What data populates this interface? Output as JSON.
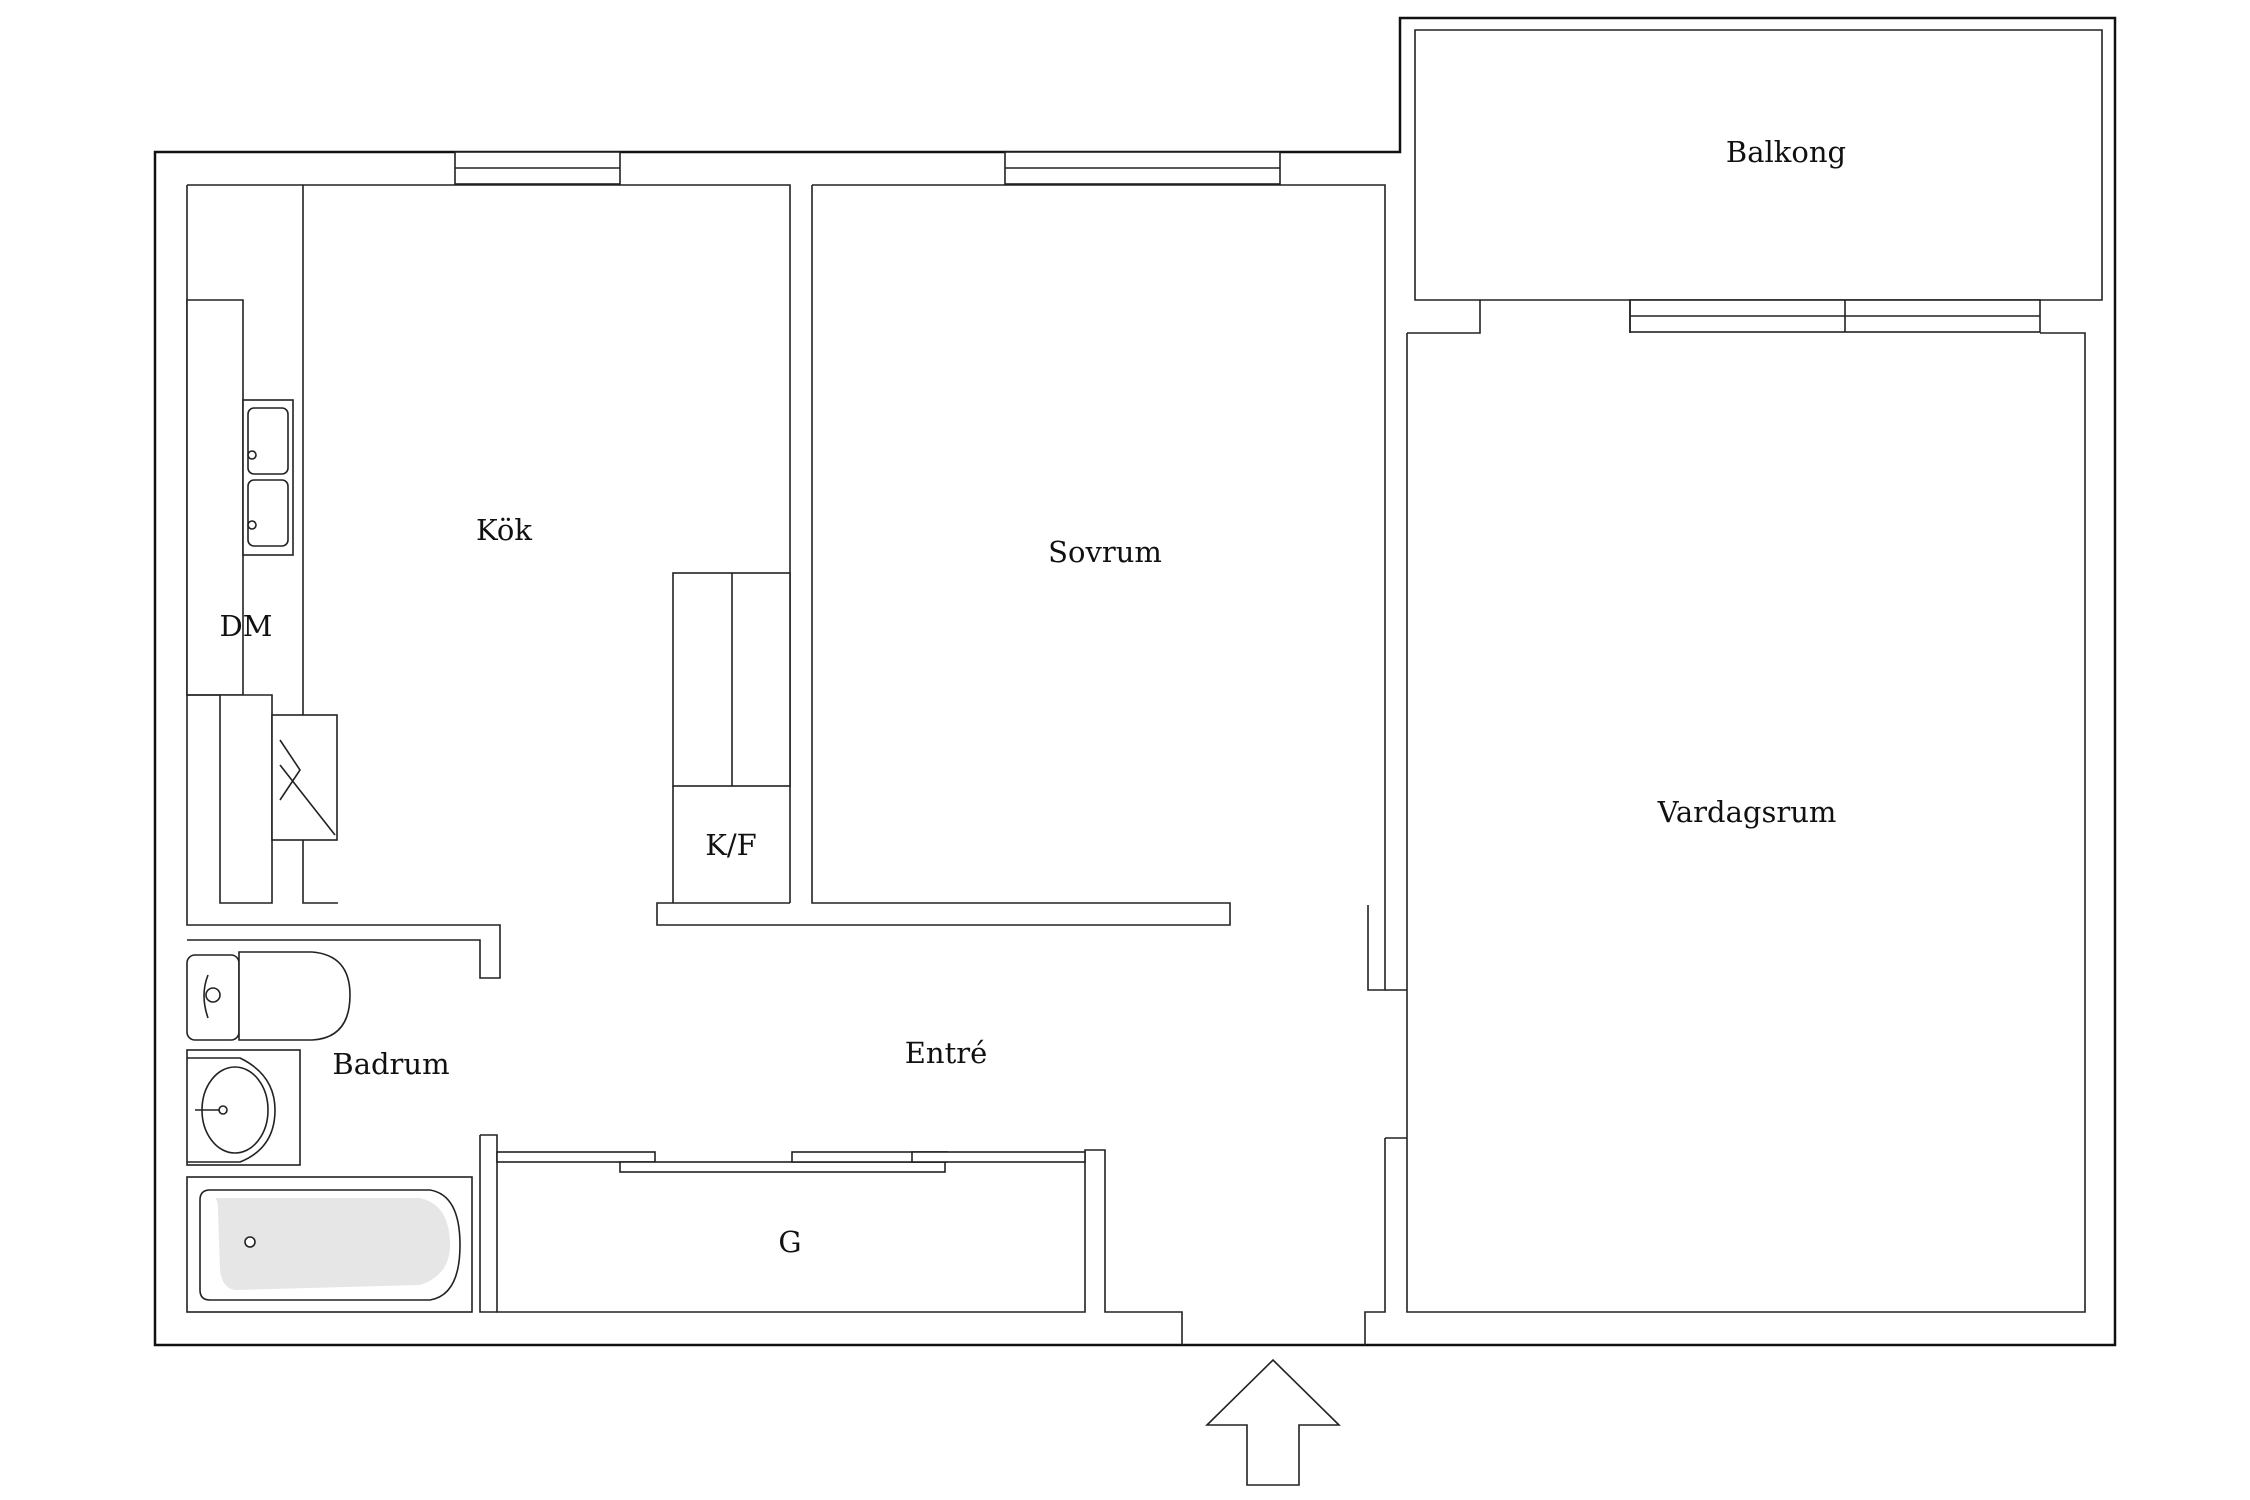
{
  "rooms": {
    "balkong": "Balkong",
    "kok": "Kök",
    "sovrum": "Sovrum",
    "dm": "DM",
    "vardagsrum": "Vardagsrum",
    "kf": "K/F",
    "badrum": "Badrum",
    "entre": "Entré",
    "g": "G"
  },
  "colors": {
    "line": "#111111",
    "background": "#ffffff"
  },
  "icons": [
    "entrance-arrow-icon",
    "sink-icon",
    "toilet-icon",
    "washbasin-icon",
    "bathtub-icon",
    "stove-icon"
  ]
}
